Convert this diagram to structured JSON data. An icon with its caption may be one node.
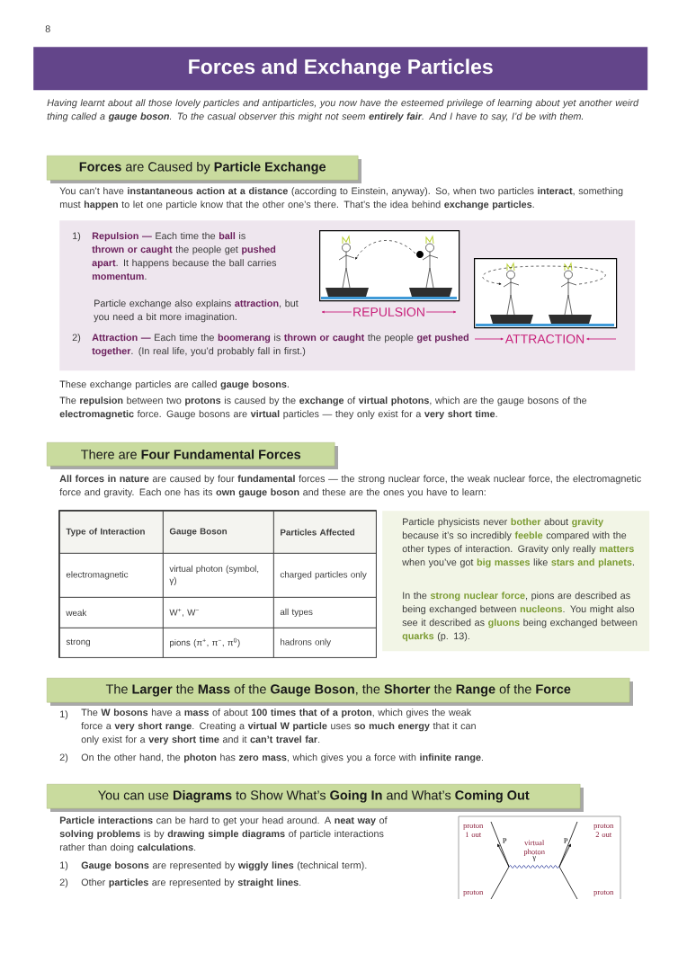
{
  "diagram": {
    "title": "Forces and Exchange Particles",
    "nodes": [
      {
        "text": [
          "**Forces** are Caused by **Particle Exchange**"
        ]
      },
      {
        "text": [
          "1)",
          "**Repulsion —** Each time the **ball** is **thrown or caught** the people get **pushed apart**. It happens because the ball carries **momentum**.",
          "Particle exchange also explains **attraction**, but you need a bit more imagination.",
          "2)",
          "**Attraction —** Each time the **boomerang** is **thrown or caught** the people **get pushed together**. (In real life, you’d probably fall in first.)"
        ]
      },
      {
        "text": [],
        "shape": "picture",
        "in": 1,
        "beside": [
          "REPULSION"
        ]
      },
      {
        "text": [],
        "shape": "picture",
        "in": 1,
        "beside": [
          "ATTRACTION"
        ]
      },
      {
        "text": [
          "There are **Four Fundamental Forces**"
        ]
      },
      {
        "text": [
          "Particle physicists never **bother** about **gravity** because it’s so incredibly **feeble** compared with the other types of interaction. Gravity only really **matters** when you’ve got **big masses** like **stars and planets**.",
          "In the **strong nuclear force**, pions are described as being exchanged between **nucleons**. You might also see it described as **gluons** being exchanged between **quarks** (p. 13)."
        ]
      },
      {
        "text": [
          "The **Larger** the **Mass** of the **Gauge Boson**, the **Shorter** the **Range** of the **Force**"
        ]
      },
      {
        "text": [
          "You can use **Diagrams** to Show What’s **Going In** and What’s **Coming Out**"
        ]
      }
    ],
    "labels": [
      "8",
      "Having learnt about all those lovely particles and antiparticles, you now have the esteemed privilege of learning about yet another weird thing called a **gauge boson**. To the casual observer this might not seem **entirely fair**. And I have to say, I’d be with them.",
      "You can’t have **instantaneous action at a distance** (according to Einstein, anyway). So, when two particles **interact**, something must **happen** to let one particle know that the other one’s there. That’s the idea behind **exchange particles**.",
      "These exchange particles are called **gauge bosons**.",
      "The **repulsion** between two **protons** is caused by the **exchange** of **virtual photons**, which are the gauge bosons of the **electromagnetic** force. Gauge bosons are **virtual** particles — they only exist for a **very short time**.",
      "**All forces in nature** are caused by four **fundamental** forces — the strong nuclear force, the weak nuclear force, the electromagnetic force and gravity. Each one has its **own gauge boson** and these are the ones you have to learn:",
      "Type of Interaction",
      "Gauge Boson",
      "Particles Affected",
      "electromagnetic",
      "virtual photon (symbol, γ)",
      "charged particles only",
      "weak",
      "W$^{+}$, W$^{−}$",
      "all types",
      "strong",
      "pions (π$^{+}$, π$^{−}$, π$^{0}$)",
      "hadrons only",
      "1)",
      "The **W bosons** have a **mass** of about **100 times that of a proton**, which gives the weak force a **very short range**. Creating a **virtual W particle** uses **so much energy** that it can only exist for a **very short time** and it **can’t travel far**.",
      "2)",
      "On the other hand, the **photon** has **zero mass**, which gives you a force with **infinite range**.",
      "**Particle interactions** can be hard to get your head around. A **neat way** of **solving problems** is by **drawing simple diagrams** of particle interactions rather than doing **calculations**.",
      "1)",
      "**Gauge bosons** are represented by **wiggly lines** (technical term).",
      "2)",
      "Other **particles** are represented by **straight lines**.",
      "proton 1 out",
      "P",
      "virtual photon",
      "γ",
      "P",
      "proton 2 out",
      "proton",
      "proton"
    ]
  }
}
